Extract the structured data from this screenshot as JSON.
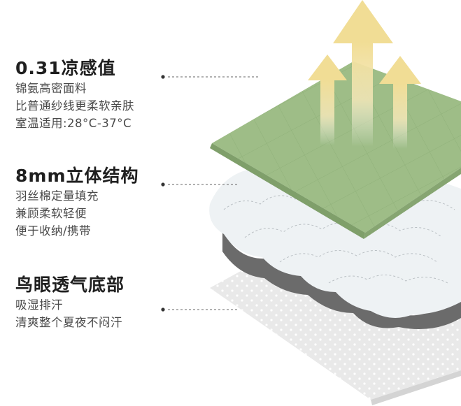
{
  "sections": [
    {
      "title": "0.31凉感值",
      "lines": [
        "锦氨高密面料",
        "比普通纱线更柔软亲肤",
        "室温适用:28°C-37°C"
      ]
    },
    {
      "title": "8mm立体结构",
      "lines": [
        "羽丝棉定量填充",
        "兼顾柔软轻便",
        "便于收纳/携带"
      ]
    },
    {
      "title": "鸟眼透气底部",
      "lines": [
        "吸湿排汗",
        "清爽整个夏夜不闷汗"
      ]
    }
  ],
  "colors": {
    "top_layer": "#9ebd87",
    "top_layer_edge": "#7f9f6a",
    "arrow": "#f1e1a2",
    "filling": "#f2f5f6",
    "filling_shadow": "#6a6a6a",
    "base_layer": "#ececec",
    "leader_line": "#555555"
  }
}
